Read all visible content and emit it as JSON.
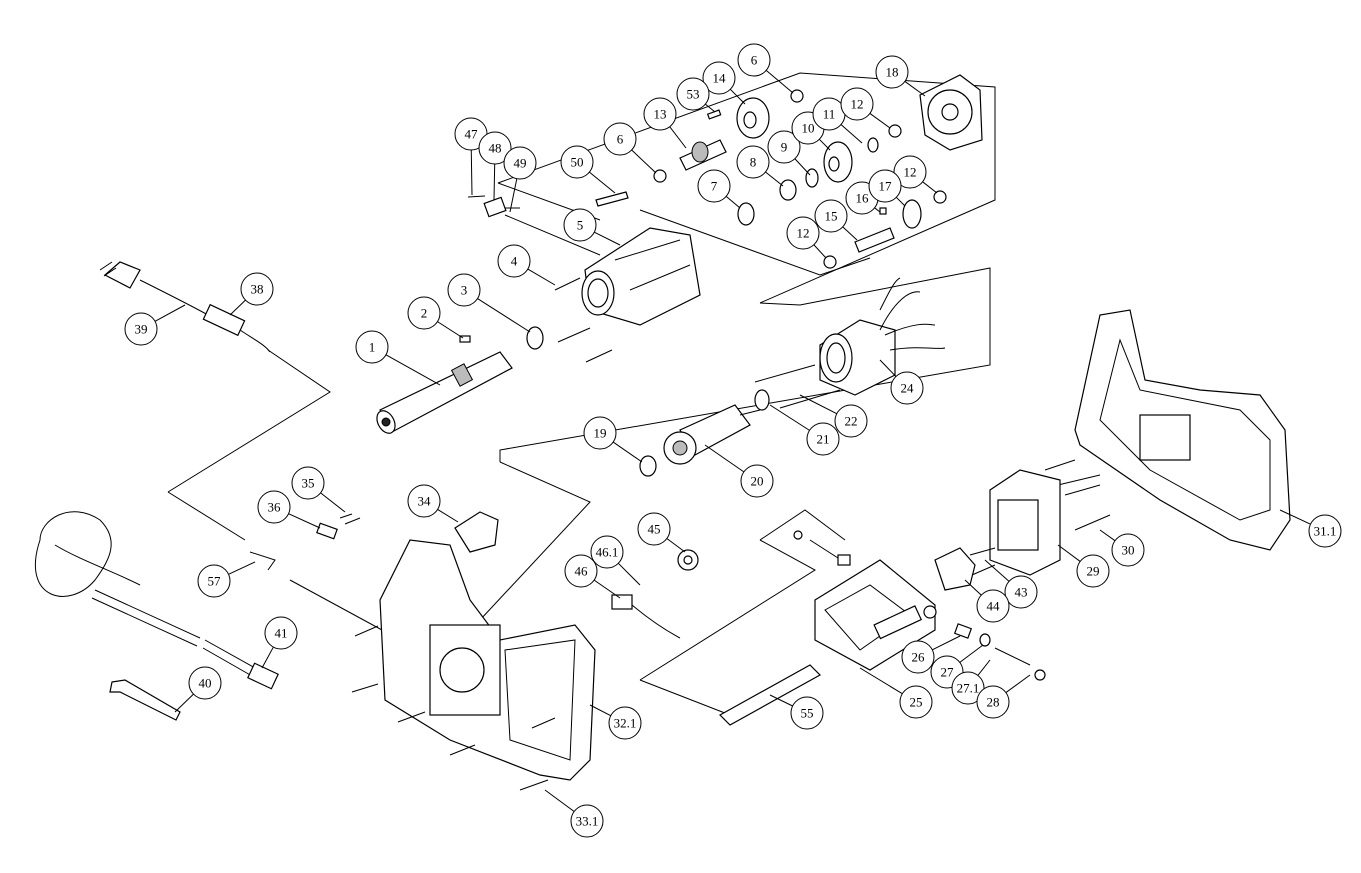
{
  "diagram": {
    "type": "exploded-parts-diagram",
    "callouts": [
      "1",
      "2",
      "3",
      "4",
      "5",
      "6",
      "6",
      "7",
      "8",
      "9",
      "10",
      "11",
      "12",
      "12",
      "12",
      "13",
      "14",
      "15",
      "16",
      "17",
      "18",
      "19",
      "20",
      "21",
      "22",
      "24",
      "25",
      "26",
      "27",
      "27.1",
      "28",
      "29",
      "30",
      "31.1",
      "32.1",
      "33.1",
      "34",
      "35",
      "36",
      "38",
      "39",
      "40",
      "41",
      "43",
      "44",
      "45",
      "46",
      "46.1",
      "47",
      "48",
      "49",
      "50",
      "53",
      "55",
      "57"
    ]
  }
}
